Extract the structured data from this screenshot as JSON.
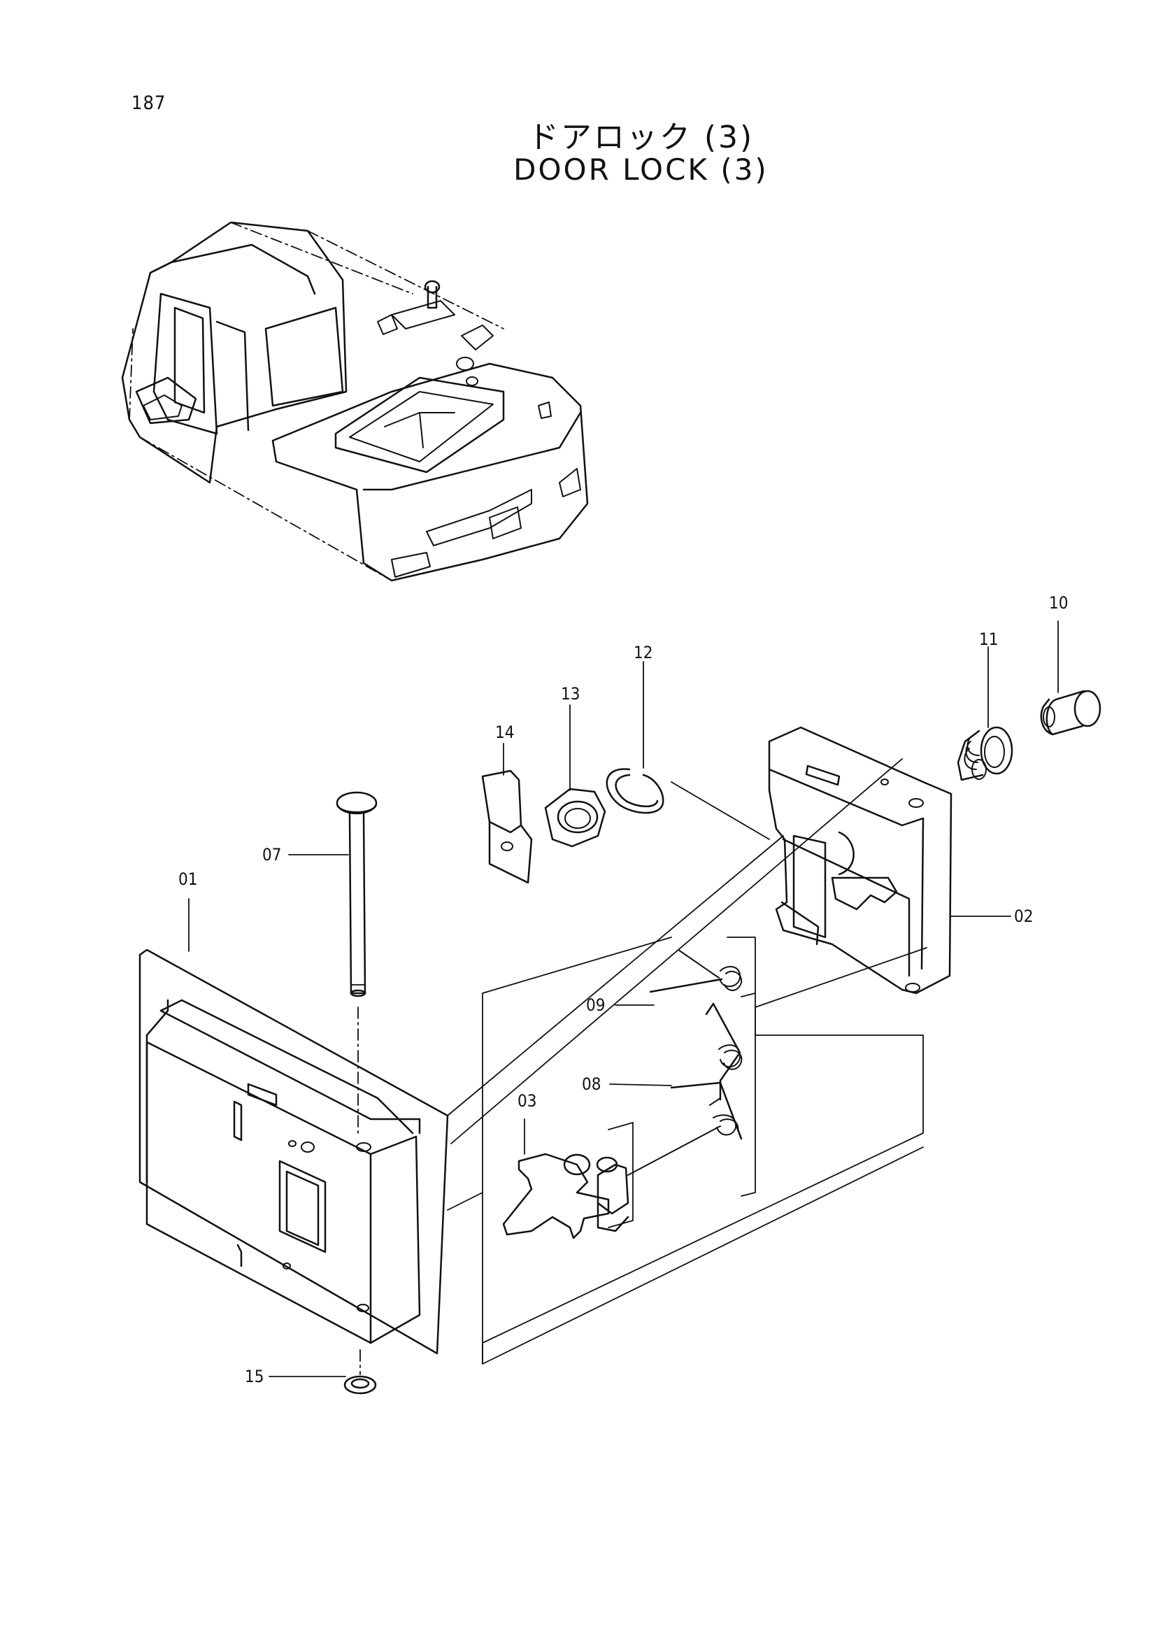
{
  "page_number": "187",
  "title_jp": "ドアロック (3)",
  "title_en": "DOOR LOCK (3)",
  "callouts": {
    "c01": "01",
    "c02": "02",
    "c03": "03",
    "c07": "07",
    "c08": "08",
    "c09": "09",
    "c10": "10",
    "c11": "11",
    "c12": "12",
    "c13": "13",
    "c14": "14",
    "c15": "15"
  }
}
